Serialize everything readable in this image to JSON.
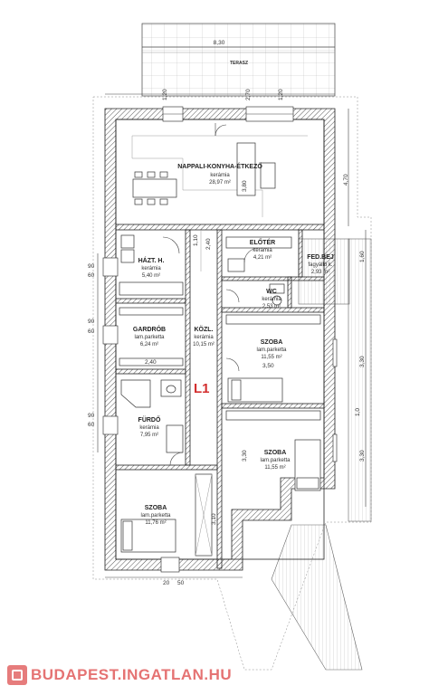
{
  "plan_label": "L1",
  "rooms": [
    {
      "id": "nappali",
      "name": "NAPPALI-KONYHA-ÉTKEZŐ",
      "material": "kerámia",
      "area": "28,97 m²"
    },
    {
      "id": "eloter",
      "name": "ELŐTÉR",
      "material": "kerámia",
      "area": "4,21 m²"
    },
    {
      "id": "fedbej",
      "name": "FED.BEJ",
      "material": "fagyálló k.",
      "area": "2,93 m²"
    },
    {
      "id": "haztart",
      "name": "HÁZT. H.",
      "material": "kerámia",
      "area": "5,40 m²"
    },
    {
      "id": "wc",
      "name": "WC",
      "material": "kerámia",
      "area": "2,53 m²"
    },
    {
      "id": "gardrob",
      "name": "GARDRÓB",
      "material": "lam.parketta",
      "area": "6,24 m²"
    },
    {
      "id": "kozl",
      "name": "KÖZL.",
      "material": "kerámia",
      "area": "10,15 m²"
    },
    {
      "id": "szoba1",
      "name": "SZOBA",
      "material": "lam.parketta",
      "area": "11,55 m²"
    },
    {
      "id": "furdo",
      "name": "FÜRDŐ",
      "material": "kerámia",
      "area": "7,95 m²"
    },
    {
      "id": "szoba2",
      "name": "SZOBA",
      "material": "lam.parketta",
      "area": "11,55 m²"
    },
    {
      "id": "szoba3",
      "name": "SZOBA",
      "material": "lam.parketta",
      "area": "11,76 m²"
    }
  ],
  "terrace": {
    "label": "TERASZ",
    "width": "8,30"
  },
  "dimensions": {
    "top_a": "1,20",
    "top_b": "2,70",
    "top_c": "1,20",
    "right_total": "4,70",
    "mid_a": "1,10",
    "mid_b": "2,40",
    "right_a": "1,60",
    "right_b": "3,30",
    "right_c": "3,30",
    "left_a1": "90",
    "left_a2": "60",
    "left_b1": "90",
    "left_b2": "60",
    "left_c1": "90",
    "left_c2": "60",
    "bot_a": "20",
    "bot_b": "50",
    "inner_a": "3,80",
    "inner_b": "3,50",
    "inner_c": "3,30",
    "inner_d": "3,10",
    "inner_e": "2,40",
    "inner_f": "1,0"
  },
  "watermark": {
    "text": "BUDAPEST.INGATLAN.HU",
    "logo_icon": "budapest-ingatlan-logo-icon"
  }
}
